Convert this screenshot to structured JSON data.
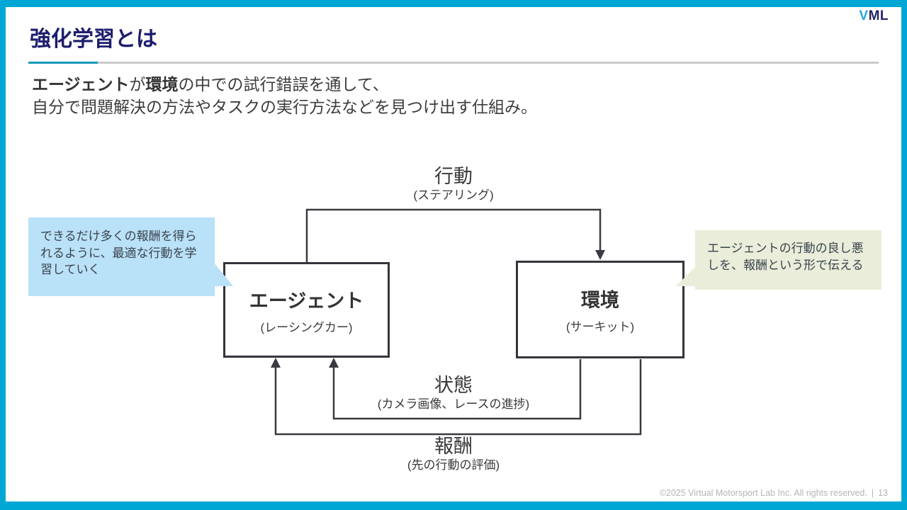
{
  "slide_title": "強化学習とは",
  "logo": {
    "v": "V",
    "ml": "ML"
  },
  "intro": {
    "seg_agent": "エージェント",
    "seg_ga": "が",
    "seg_env": "環境",
    "seg_rest": "の中での試行錯誤を通して、",
    "line2": "自分で問題解決の方法やタスクの実行方法などを見つけ出す仕組み。"
  },
  "diagram": {
    "action": {
      "label": "行動",
      "sub": "(ステアリング)"
    },
    "agent": {
      "label": "エージェント",
      "sub": "(レーシングカー)"
    },
    "environment": {
      "label": "環境",
      "sub": "(サーキット)"
    },
    "state": {
      "label": "状態",
      "sub": "(カメラ画像、レースの進捗)"
    },
    "reward": {
      "label": "報酬",
      "sub": "(先の行動の評価)"
    }
  },
  "callouts": {
    "left": "できるだけ多くの報酬を得られるように、最適な行動を学習していく",
    "right": "エージェントの行動の良し悪しを、報酬という形で伝える"
  },
  "footer": {
    "copyright": "©2025 Virtual Motorsport Lab Inc. All rights reserved.",
    "separator": "|",
    "page": "13"
  },
  "colors": {
    "frame": "#00a7d5",
    "title": "#1c1c6e",
    "accent_underline": "#1898bb",
    "rule_gray": "#c9c9c9",
    "diagram_line": "#3a3a40",
    "callout_left_bg": "#b9e1f8",
    "callout_right_bg": "#e9edda",
    "logo_v": "#1fa9e2",
    "logo_ml": "#232363"
  }
}
